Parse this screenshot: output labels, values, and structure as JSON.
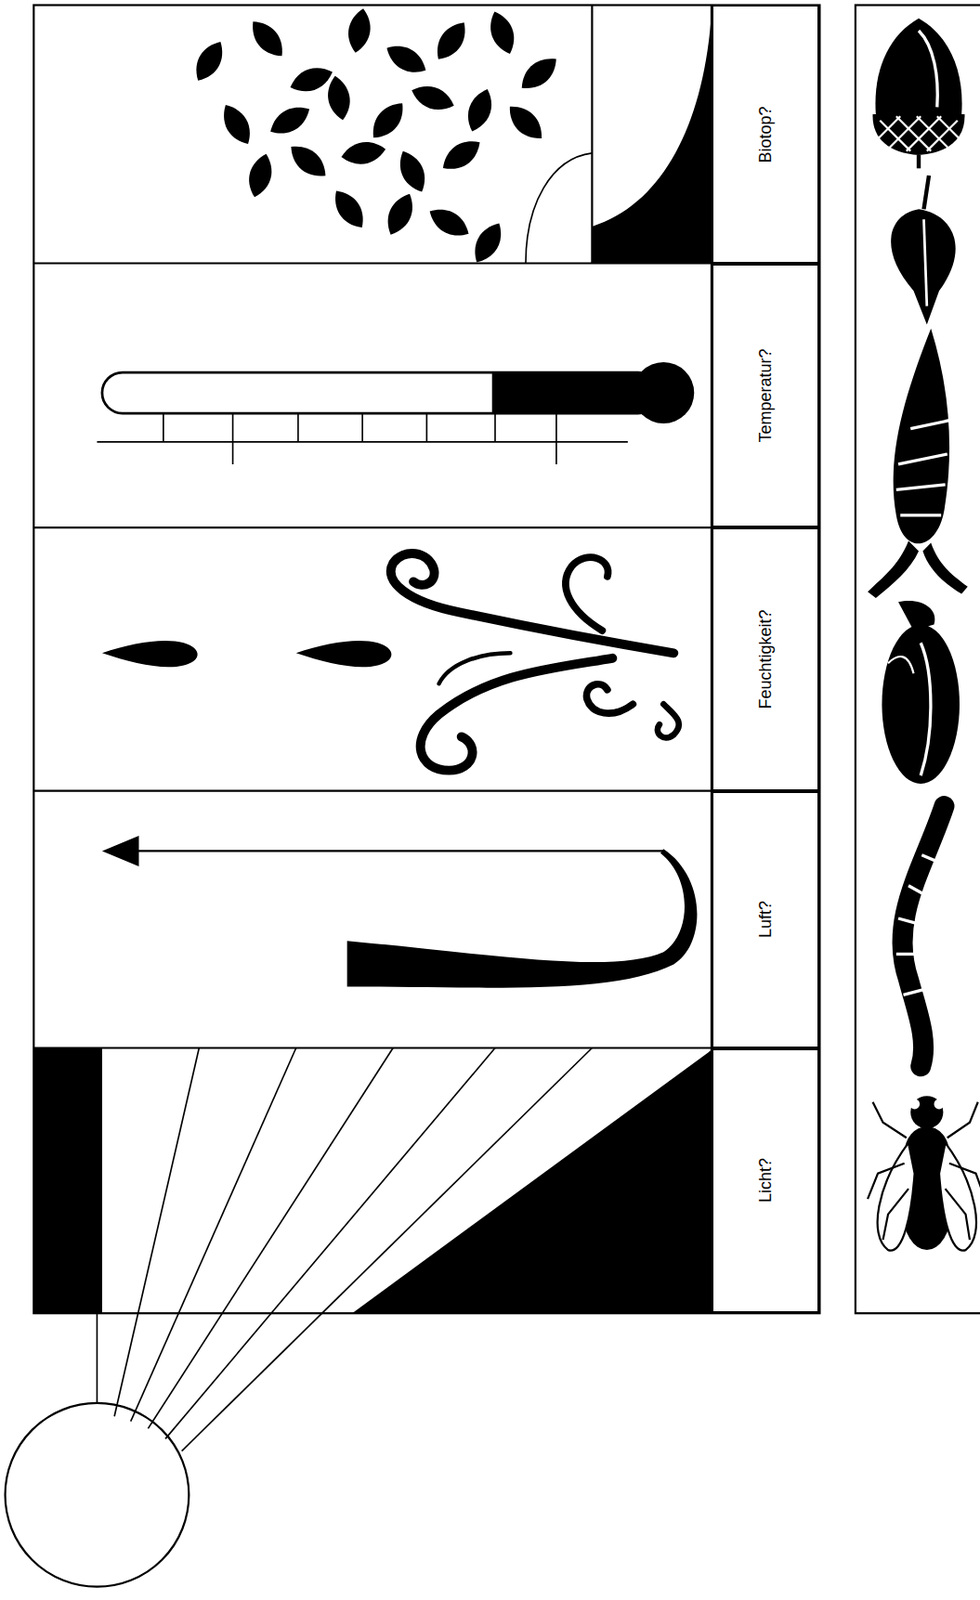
{
  "diagram": {
    "nodes": [
      {
        "text": [
          "Licht?"
        ]
      },
      {
        "text": [
          "Luft?"
        ]
      },
      {
        "text": [
          "Feuchtigkeit?"
        ]
      },
      {
        "text": [
          "Temperatur?"
        ]
      },
      {
        "text": [
          "Biotop?"
        ]
      }
    ]
  }
}
